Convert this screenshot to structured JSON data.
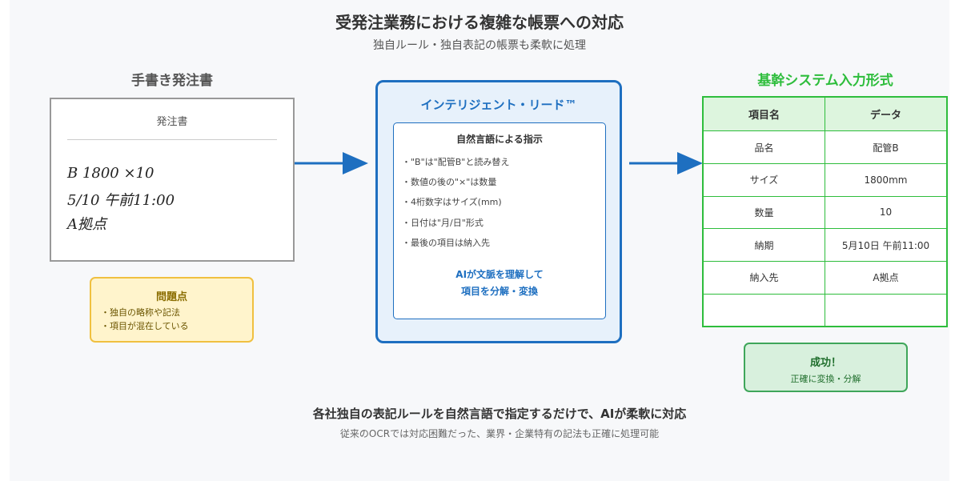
{
  "header": {
    "title": "受発注業務における複雑な帳票への対応",
    "subtitle": "独自ルール・独自表記の帳票も柔軟に処理"
  },
  "left": {
    "label": "手書き発注書",
    "paper_title": "発注書",
    "lines": [
      "B 1800 ×10",
      "5/10 午前11:00",
      "A拠点"
    ],
    "issue": {
      "title": "問題点",
      "items": [
        "・独自の略称や記法",
        "・項目が混在している"
      ]
    }
  },
  "center": {
    "title": "インテリジェント・リード™",
    "inner_title": "自然言語による指示",
    "rules": [
      "・\"B\"は\"配管B\"と読み替え",
      "・数値の後の\"×\"は数量",
      "・4桁数字はサイズ(mm)",
      "・日付は\"月/日\"形式",
      "・最後の項目は納入先"
    ],
    "summary": [
      "AIが文脈を理解して",
      "項目を分解・変換"
    ]
  },
  "right": {
    "label": "基幹システム入力形式",
    "table": {
      "headers": [
        "項目名",
        "データ"
      ],
      "rows": [
        [
          "品名",
          "配管B"
        ],
        [
          "サイズ",
          "1800mm"
        ],
        [
          "数量",
          "10"
        ],
        [
          "納期",
          "5月10日 午前11:00"
        ],
        [
          "納入先",
          "A拠点"
        ],
        [
          "",
          ""
        ]
      ]
    },
    "success": {
      "title": "成功！",
      "text": "正確に変換・分解"
    }
  },
  "footer": {
    "main": "各社独自の表記ルールを自然言語で指定するだけで、AIが柔軟に対応",
    "sub": "従来のOCRでは対応困難だった、業界・企業特有の記法も正確に処理可能"
  },
  "colors": {
    "accent_blue": "#1e6fc0",
    "success_green": "#2ebd3c",
    "warning_yellow": "#f0c040"
  }
}
